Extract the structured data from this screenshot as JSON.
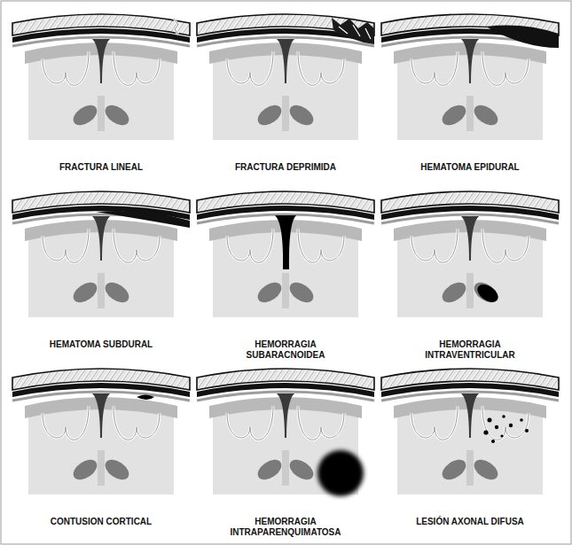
{
  "diagram": {
    "labels": [
      "FRACTURA LINEAL",
      "FRACTURA DEPRIMIDA",
      "HEMATOMA EPIDURAL",
      "HEMATOMA SUBDURAL",
      "HEMORRAGIA SUBARACNOIDEA",
      "HEMORRAGIA INTRAVENTRICULAR",
      "CONTUSION CORTICAL",
      "HEMORRAGIA INTRAPARENQUIMATOSA",
      "LESIÓN AXONAL DIFUSA"
    ]
  }
}
